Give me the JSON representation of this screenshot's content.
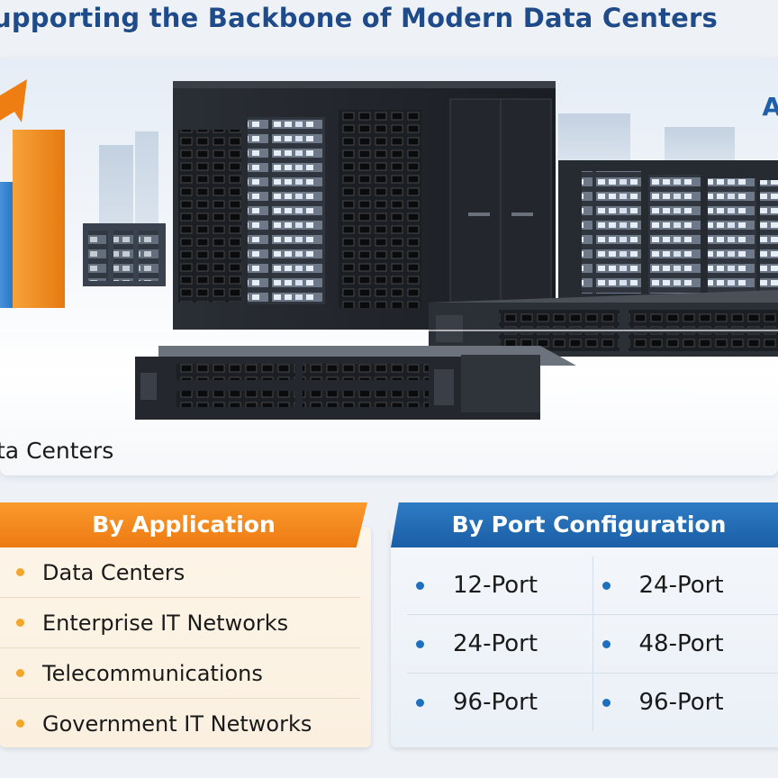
{
  "header": {
    "title": "upporting the Backbone of Modern Data Centers"
  },
  "hero": {
    "caption": "ta Centers",
    "corner_letter": "A"
  },
  "application": {
    "heading": "By Application",
    "items": [
      "Data Centers",
      "Enterprise IT Networks",
      "Telecommunications",
      "Government IT Networks"
    ]
  },
  "port_configuration": {
    "heading": "By Port Configuration",
    "rows": [
      [
        "12-Port",
        "24-Port"
      ],
      [
        "24-Port",
        "48-Port"
      ],
      [
        "96-Port",
        "96-Port"
      ]
    ]
  },
  "colors": {
    "title": "#1f4b8a",
    "application_accent": "#f08418",
    "port_accent": "#1e6fc0"
  }
}
